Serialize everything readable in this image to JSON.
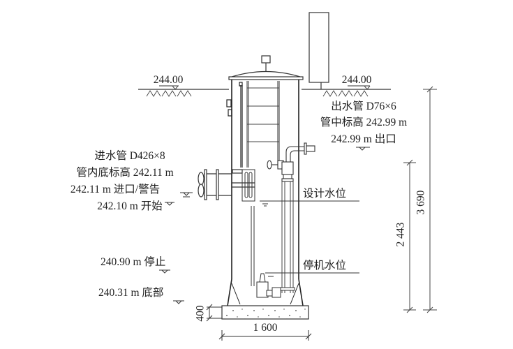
{
  "ground_level": {
    "left_label": "244.00",
    "right_label": "244.00"
  },
  "outlet_pipe": {
    "line1": "出水管 D76×6",
    "line2": "管中标高 242.99 m",
    "line3": "242.99 m 出口"
  },
  "inlet_pipe": {
    "line1": "进水管 D426×8",
    "line2": "管内底标高 242.11 m",
    "line3": "242.11 m 进口/警告",
    "line4": "242.10 m 开始"
  },
  "water_levels": {
    "design_level": "设计水位",
    "stop_level": "停机水位"
  },
  "elevations": {
    "stop": "240.90 m 停止",
    "bottom": "240.31 m 底部"
  },
  "dimensions": {
    "base_height": "400",
    "base_width": "1 600",
    "inner_height": "2 443",
    "total_height": "3 690"
  },
  "colors": {
    "line": "#333333",
    "light_line": "#666666",
    "background": "#ffffff"
  }
}
